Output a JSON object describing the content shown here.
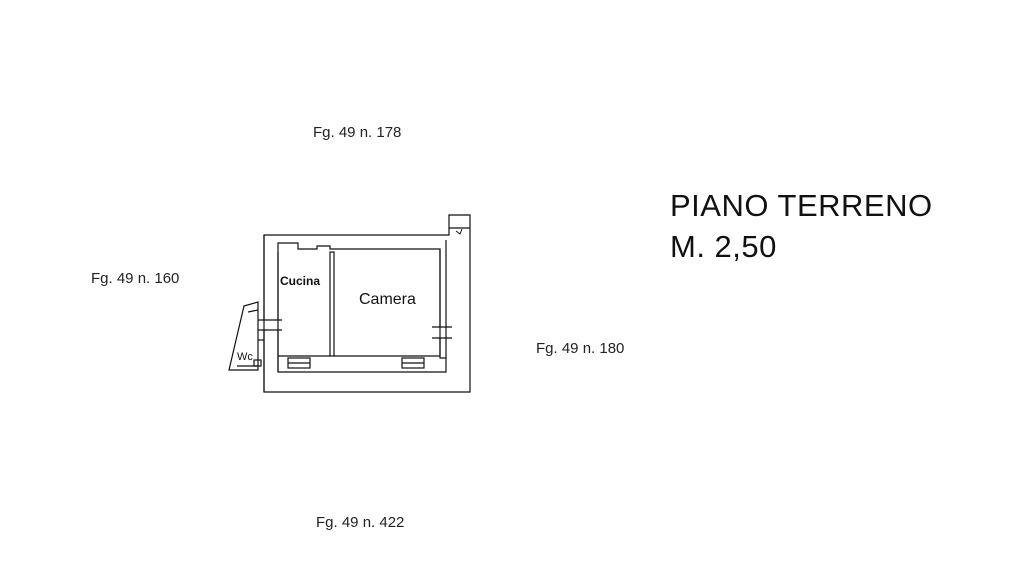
{
  "plan": {
    "title": "PIANO TERRENO",
    "height": "M. 2,50"
  },
  "parcels": {
    "north": "Fg. 49 n. 178",
    "west": "Fg. 49 n. 160",
    "east": "Fg. 49 n. 180",
    "south": "Fg. 49 n. 422"
  },
  "rooms": {
    "kitchen": "Cucina",
    "bedroom": "Camera",
    "bathroom": "Wc"
  },
  "colors": {
    "line": "#111111",
    "text": "#111111"
  }
}
